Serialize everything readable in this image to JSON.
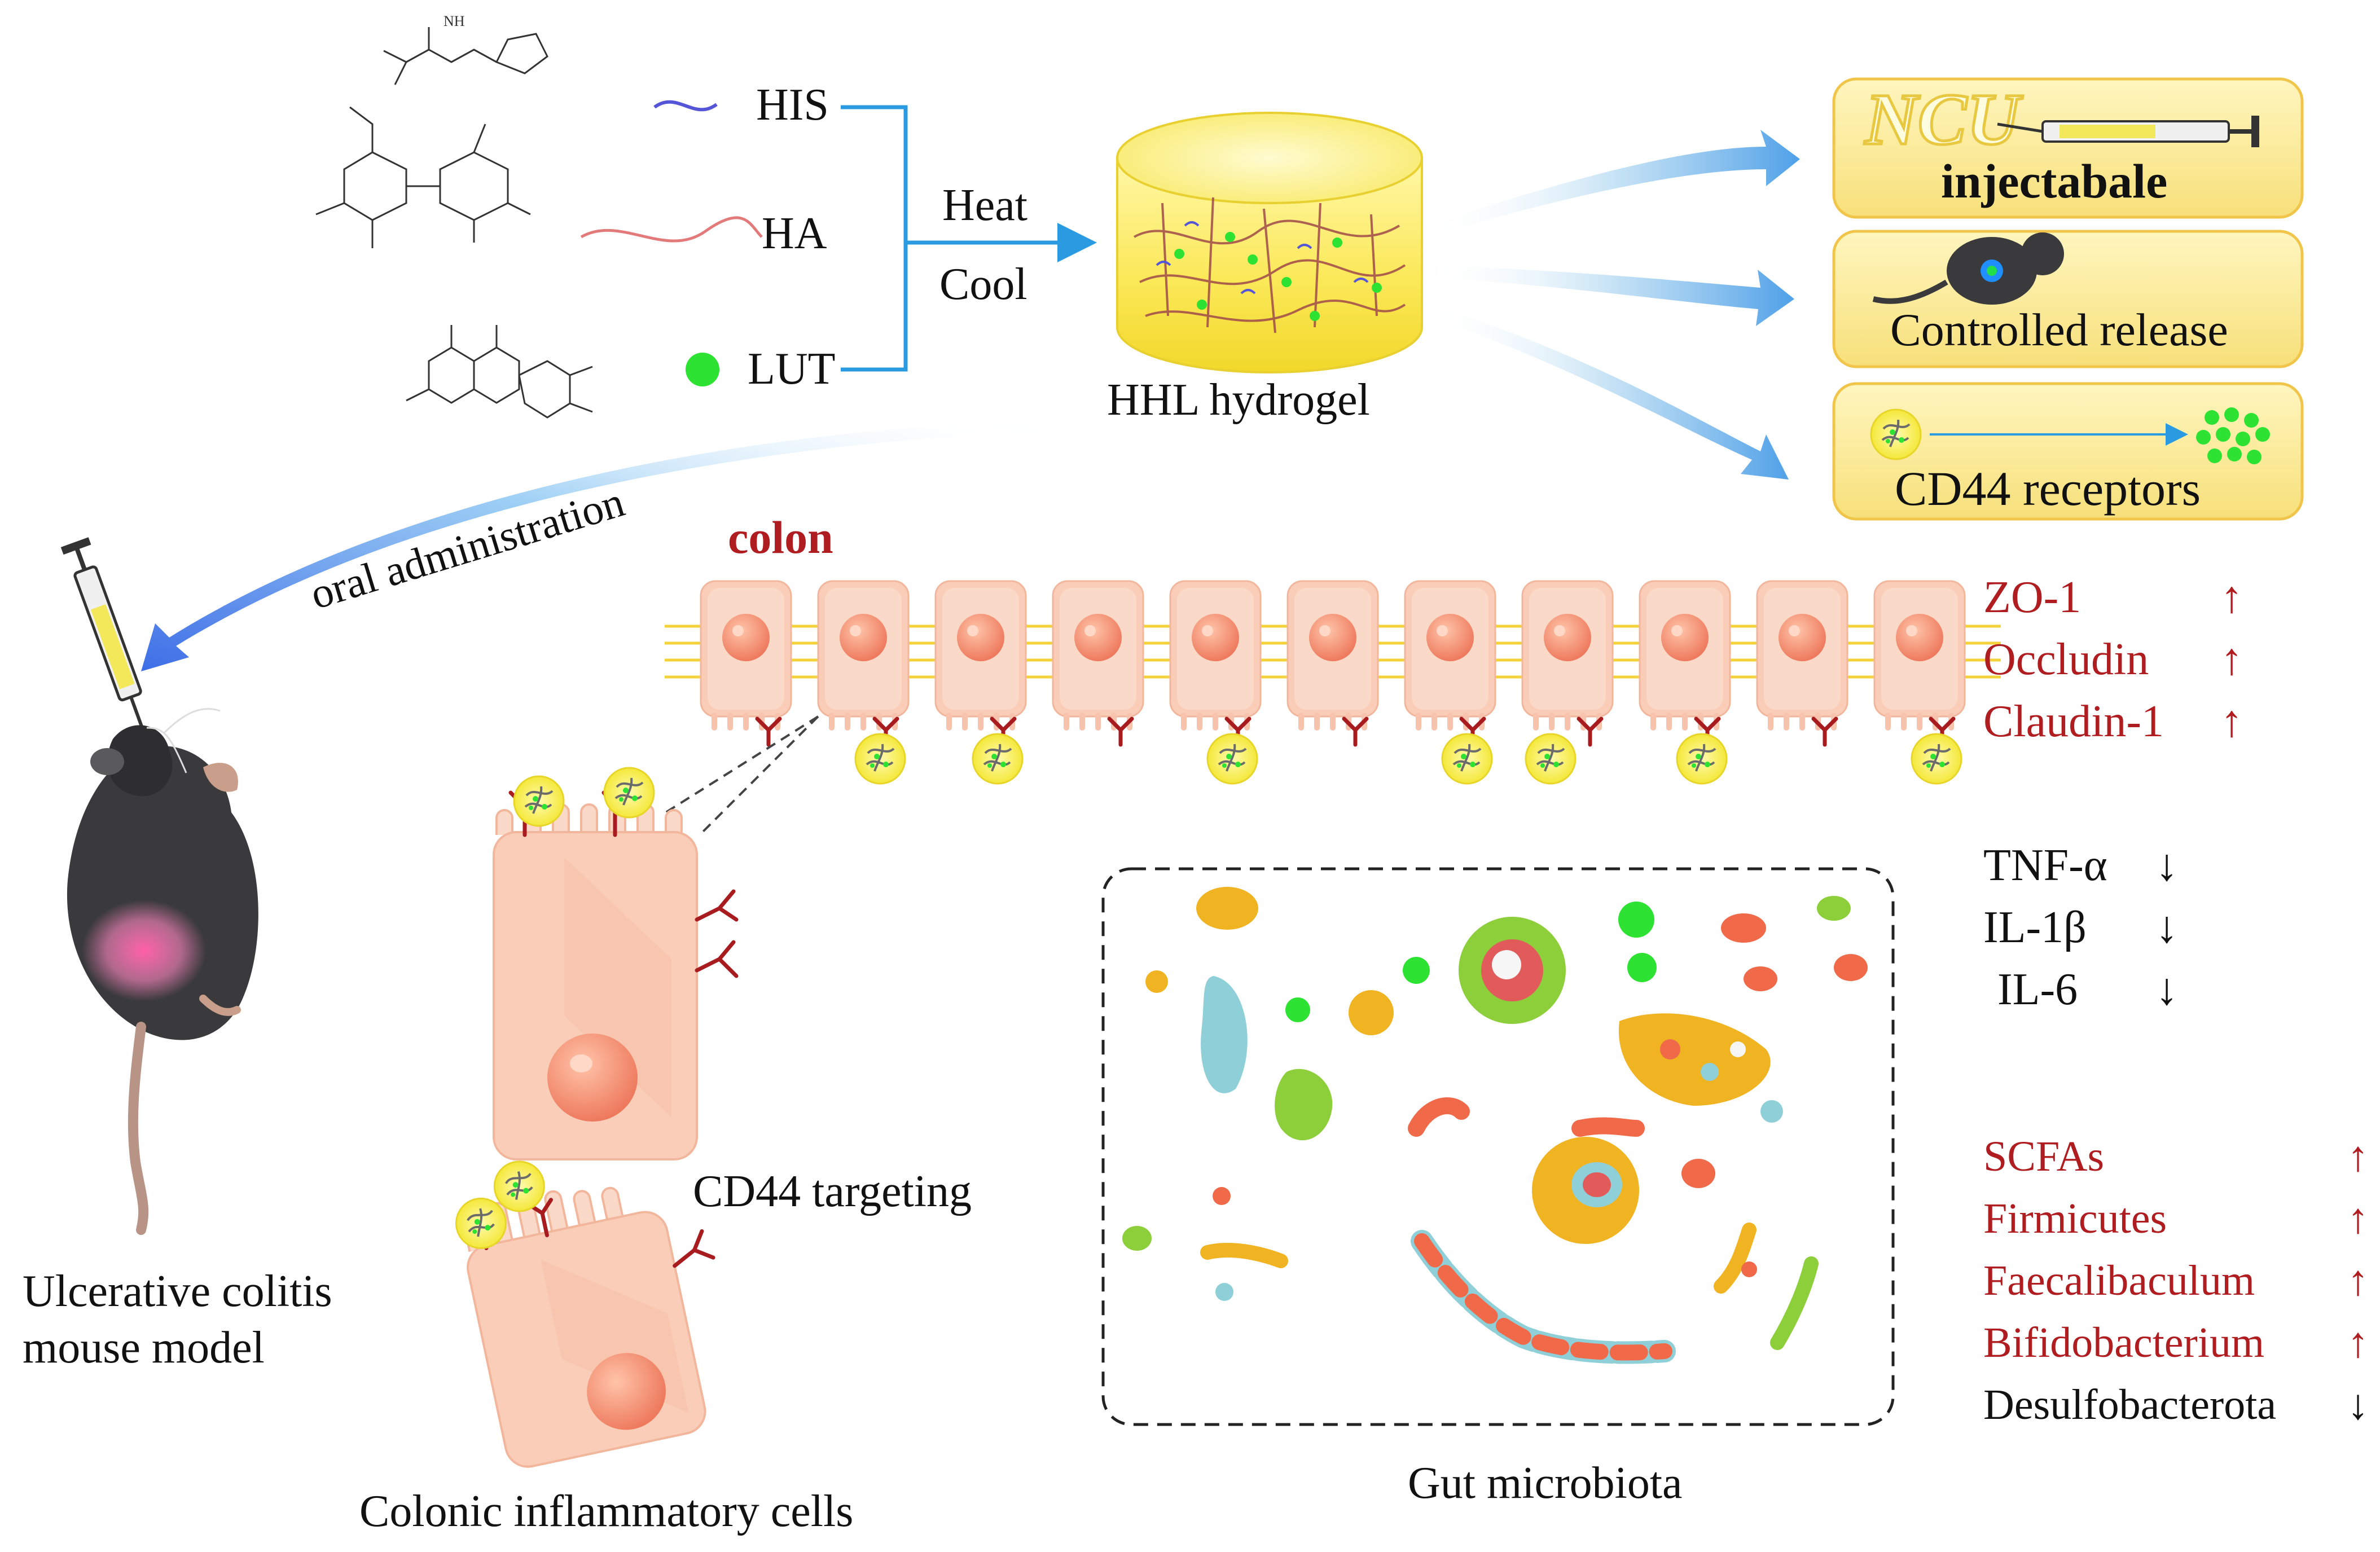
{
  "inputs": {
    "his": "HIS",
    "ha": "HA",
    "lut": "LUT",
    "his_molecule_label": "NH"
  },
  "process": {
    "heat": "Heat",
    "cool": "Cool"
  },
  "hydrogel": {
    "label": "HHL hydrogel"
  },
  "properties": {
    "logo": "NCU",
    "injectable": "injectabale",
    "release": "Controlled release",
    "cd44": "CD44 receptors"
  },
  "route": {
    "oral": "oral  administration"
  },
  "mouse": {
    "label_line1": "Ulcerative colitis",
    "label_line2": "mouse model"
  },
  "colon": {
    "title": "colon"
  },
  "junction_markers": [
    {
      "name": "ZO-1",
      "arrow": "↑"
    },
    {
      "name": "Occludin",
      "arrow": "↑"
    },
    {
      "name": "Claudin-1",
      "arrow": "↑"
    }
  ],
  "cytokines": [
    {
      "name": "TNF-α",
      "arrow": "↓"
    },
    {
      "name": "IL-1β",
      "arrow": "↓"
    },
    {
      "name": "IL-6",
      "arrow": "↓"
    }
  ],
  "microbiota_markers": [
    {
      "name": "SCFAs",
      "arrow": "↑"
    },
    {
      "name": "Firmicutes",
      "arrow": "↑"
    },
    {
      "name": "Faecalibaculum",
      "arrow": "↑"
    },
    {
      "name": "Bifidobacterium",
      "arrow": "↑"
    },
    {
      "name": "Desulfobacterota",
      "arrow": "↓"
    }
  ],
  "cells": {
    "targeting": "CD44 targeting",
    "inflammatory": "Colonic inflammatory cells"
  },
  "microbiota": {
    "label": "Gut microbiota"
  },
  "colors": {
    "red_text": "#b01d21",
    "blue_line": "#2a9be0",
    "cell_pink": "#f9cdb8",
    "nucleus": "#f0836a",
    "hydrogel_yellow": "#f6ea55",
    "lut_green": "#2ee234",
    "mouse_body": "#3a3a3c"
  }
}
